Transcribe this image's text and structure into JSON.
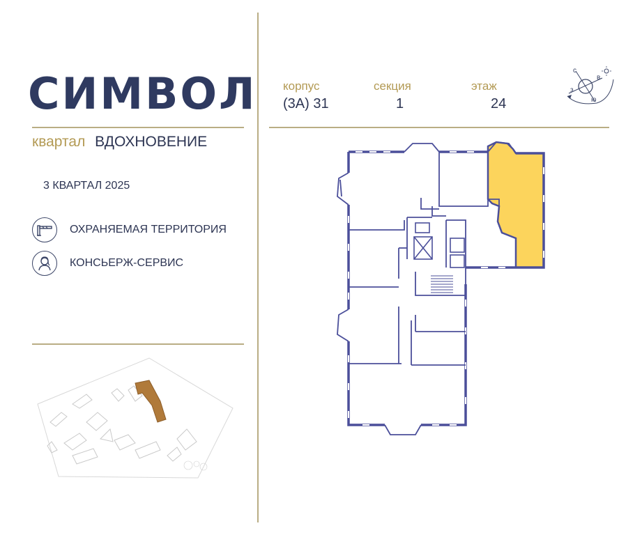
{
  "brand": {
    "name": "СИМВОЛ"
  },
  "quarter": {
    "label": "квартал",
    "name": "ВДОХНОВЕНИЕ"
  },
  "deadline": "3 КВАРТАЛ 2025",
  "features": [
    {
      "icon": "barrier-gate-icon",
      "label": "ОХРАНЯЕМАЯ ТЕРРИТОРИЯ"
    },
    {
      "icon": "concierge-icon",
      "label": "КОНСЬЕРЖ-СЕРВИС"
    }
  ],
  "building": {
    "korpus_label": "корпус",
    "korpus_value": "(3А) 31",
    "section_label": "секция",
    "section_value": "1",
    "floor_label": "этаж",
    "floor_value": "24"
  },
  "compass": {
    "n": "с",
    "e": "в",
    "s": "ю",
    "w": "з"
  },
  "colors": {
    "brand": "#2f3a60",
    "accent_gold": "#b39a54",
    "plan_walls": "#4b4f9a",
    "highlight_fill": "#fcd45c",
    "site_highlight": "#b07a3a"
  }
}
